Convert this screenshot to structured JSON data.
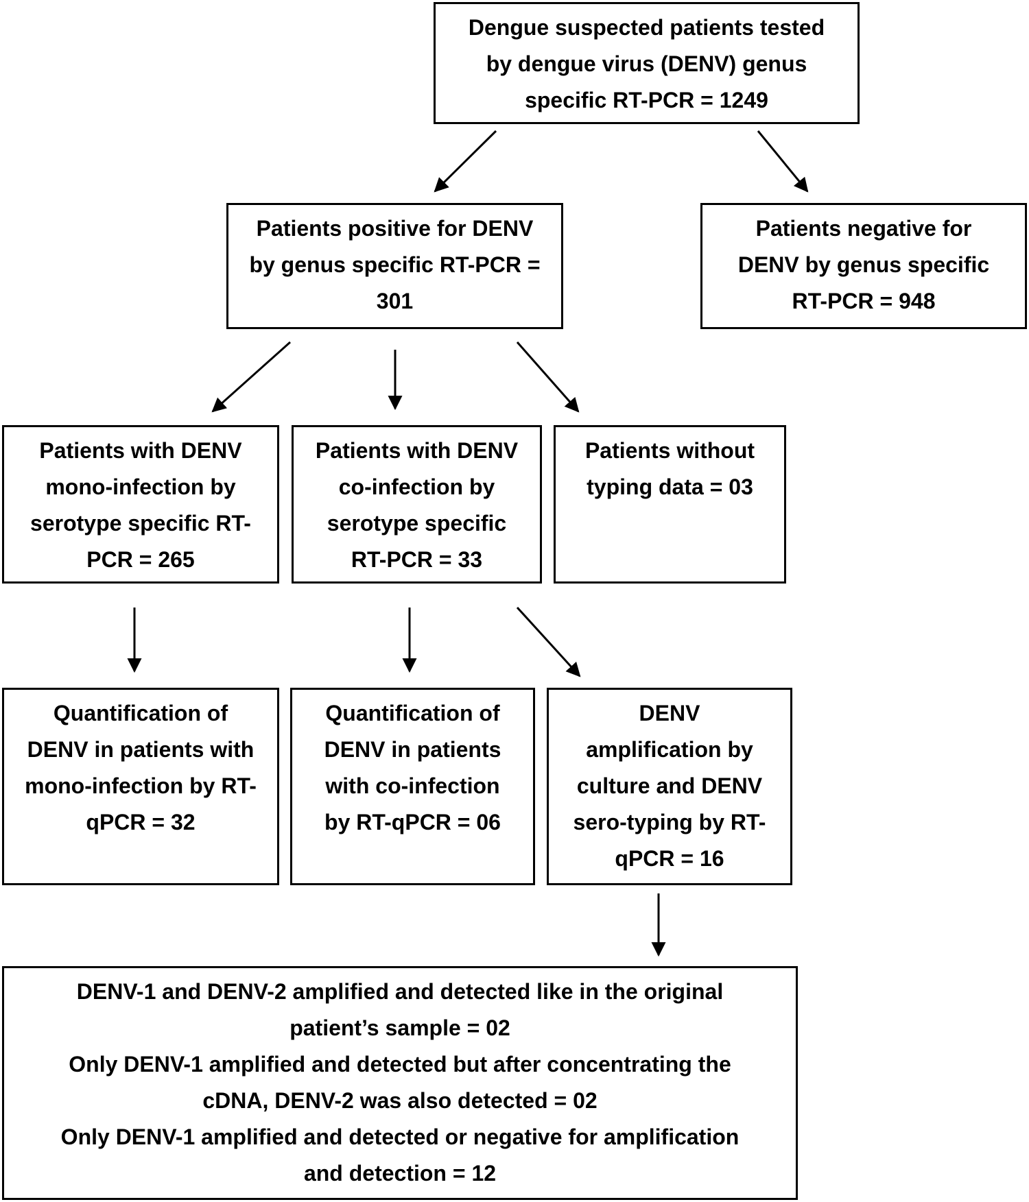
{
  "boxes": {
    "root": [
      "Dengue suspected patients tested",
      "by dengue virus (DENV) genus",
      "specific RT-PCR = 1249"
    ],
    "positive": [
      "Patients positive for DENV",
      "by genus specific RT-PCR =",
      "301"
    ],
    "negative": [
      "Patients negative for",
      "DENV by genus specific",
      "RT-PCR = 948"
    ],
    "mono": [
      "Patients with DENV",
      "mono-infection by",
      "serotype specific RT-",
      "PCR = 265"
    ],
    "co": [
      "Patients with DENV",
      "co-infection by",
      "serotype specific",
      "RT-PCR = 33"
    ],
    "notype": [
      "Patients without",
      "typing data = 03"
    ],
    "quant_mono": [
      "Quantification of",
      "DENV in patients with",
      "mono-infection by RT-",
      "qPCR = 32"
    ],
    "quant_co": [
      "Quantification of",
      "DENV in patients",
      "with co-infection",
      "by RT-qPCR = 06"
    ],
    "culture": [
      "DENV",
      "amplification by",
      "culture and DENV",
      "sero-typing by RT-",
      "qPCR = 16"
    ],
    "final": [
      "DENV-1 and DENV-2 amplified and detected like in the original",
      "patient’s sample = 02",
      "Only DENV-1 amplified and detected but after concentrating the",
      "cDNA, DENV-2 was also detected = 02",
      "Only DENV-1 amplified and detected or negative for amplification",
      "and detection = 12"
    ]
  }
}
